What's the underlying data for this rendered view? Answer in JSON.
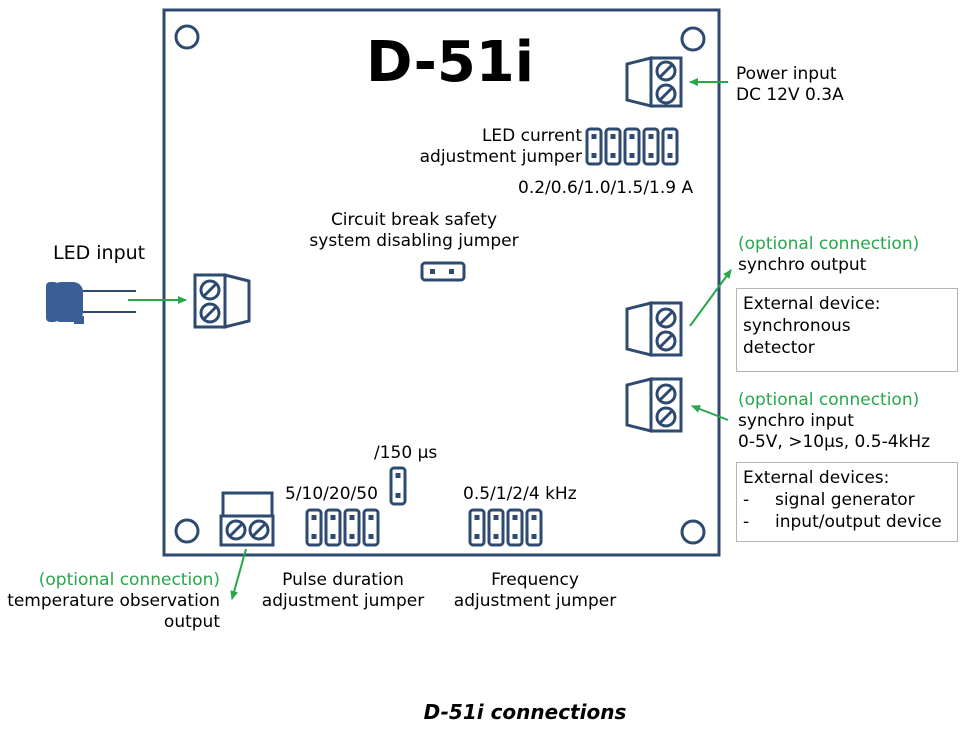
{
  "board": {
    "title": "D-51i",
    "caption": "D-51i connections"
  },
  "labels": {
    "power_input": [
      "Power input",
      "DC 12V 0.3A"
    ],
    "led_current": [
      "LED current",
      "adjustment jumper"
    ],
    "led_current_values": "0.2/0.6/1.0/1.5/1.9 A",
    "circuit_break": [
      "Circuit break safety",
      "system disabling jumper"
    ],
    "led_input": "LED input",
    "sync_output": {
      "optional": "(optional connection)",
      "name": "synchro output"
    },
    "sync_output_device": [
      "External device:",
      "synchronous",
      "detector"
    ],
    "sync_input": {
      "optional": "(optional connection)",
      "name": "synchro input",
      "spec": "0-5V, >10µs, 0.5-4kHz"
    },
    "sync_input_devices": {
      "header": "External devices:",
      "items": [
        "signal generator",
        "input/output device"
      ],
      "bullet": "-"
    },
    "pulse_extra": "/150 µs",
    "pulse_values": "5/10/20/50",
    "frequency_values": "0.5/1/2/4 kHz",
    "temperature": {
      "optional": "(optional connection)",
      "lines": [
        "temperature observation",
        "output"
      ]
    },
    "pulse_duration": [
      "Pulse duration",
      "adjustment jumper"
    ],
    "frequency": [
      "Frequency",
      "adjustment jumper"
    ]
  },
  "colors": {
    "board_outline": "#2e4a70",
    "component": "#2e4a70",
    "arrow": "#27a74a",
    "optional_text": "#27a74a",
    "led_body": "#3a5e96"
  }
}
